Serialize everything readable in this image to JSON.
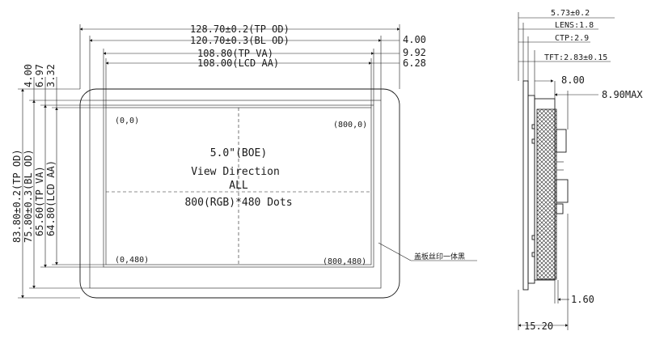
{
  "front_view": {
    "dims_top": [
      {
        "value": "128.70±0.2(TP OD)"
      },
      {
        "value": "120.70±0.3(BL OD)"
      },
      {
        "value": "108.80(TP VA)"
      },
      {
        "value": "108.00(LCD AA)"
      }
    ],
    "dims_top_right": [
      "4.00",
      "9.92",
      "6.28"
    ],
    "dims_left": [
      {
        "value": "83.80±0.2(TP OD)"
      },
      {
        "value": "75.80±0.3(BL OD)"
      },
      {
        "value": "65.60(TP VA)"
      },
      {
        "value": "64.80(LCD AA)"
      }
    ],
    "dims_left_top": [
      "4.00",
      "6.97",
      "3.32"
    ],
    "corners": {
      "top_left": "(0,0)",
      "top_right": "(800,0)",
      "bottom_left": "(0,480)",
      "bottom_right": "(800,480)"
    },
    "center_text": [
      "5.0\"(BOE)",
      "View Direction",
      "ALL",
      "800(RGB)*480 Dots"
    ],
    "callout": "盖板丝印一体黑"
  },
  "side_view": {
    "dims": [
      {
        "value": "5.73±0.2"
      },
      {
        "value": "LENS:1.8"
      },
      {
        "value": "CTP:2.9"
      },
      {
        "value": "TFT:2.83±0.15"
      }
    ],
    "right_dims": [
      "8.00",
      "8.90MAX"
    ],
    "bottom_dims": [
      "1.60",
      "15.20"
    ]
  }
}
